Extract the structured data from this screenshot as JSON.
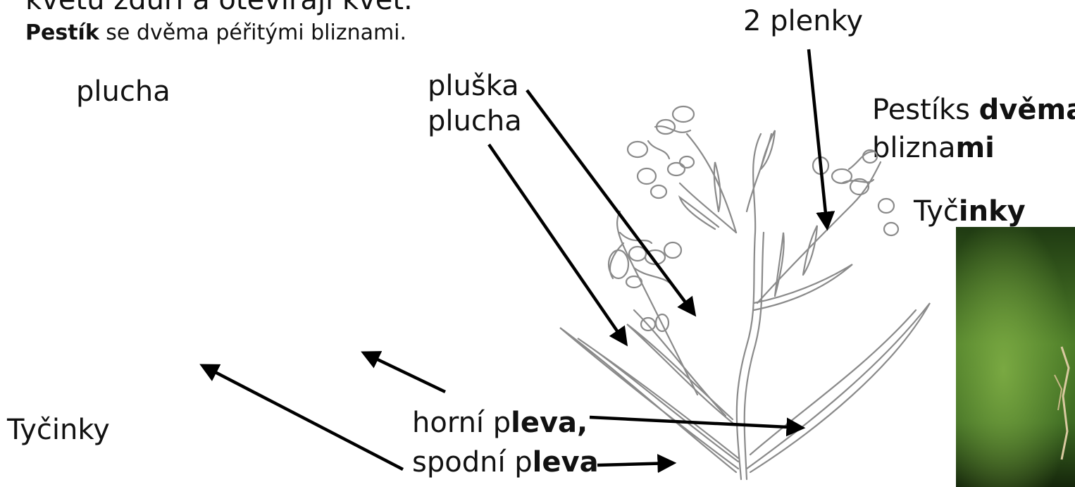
{
  "intro": {
    "line1": "květu zduří a otevírají květ.",
    "line2_bold": "Pestík",
    "line2_rest": " se dvěma péřitými bliznami."
  },
  "labels": {
    "plucha_left": "plucha",
    "tycinky_left": "Tyčinky",
    "pluska": "pluška",
    "plucha_center": "plucha",
    "plenky": "2 plenky",
    "pestik_a": "Pestík",
    "pestik_b": "s ",
    "pestik_c": "dvěma",
    "blizn_a": "blizna",
    "blizn_b": "mi",
    "tycinky_right_a": "Tyč",
    "tycinky_right_b": "inky",
    "horni_a": "horní p",
    "horni_b": "leva,",
    "spodni_a": "spodní p",
    "spodni_b": "leva"
  },
  "colors": {
    "text": "#111111",
    "drawing_stroke": "#8a8a8a",
    "floret_stroke": "#3b4aa0",
    "photo_green_dark": "#1f3a12",
    "photo_green_light": "#7fae45"
  }
}
